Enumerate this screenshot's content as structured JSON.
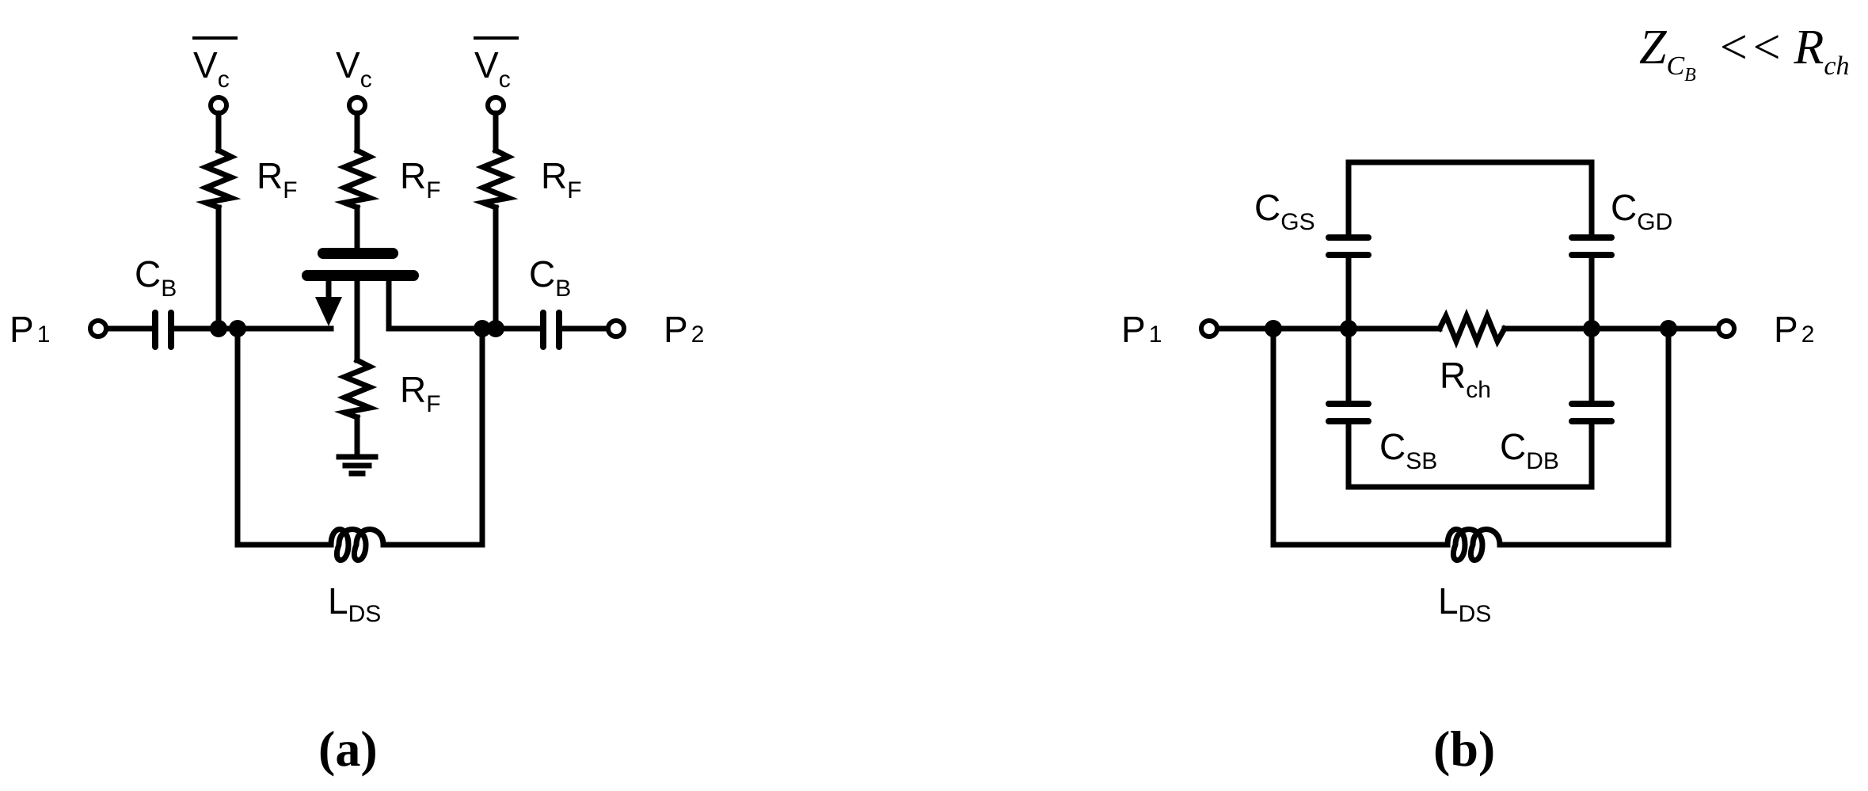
{
  "panel_a": {
    "caption": "(a)",
    "labels": {
      "vc_bar_left": "V",
      "vc_bar_left_sub": "c",
      "vc_center": "V",
      "vc_center_sub": "c",
      "vc_bar_right": "V",
      "vc_bar_right_sub": "c",
      "rf_left": "R",
      "rf_left_sub": "F",
      "rf_center": "R",
      "rf_center_sub": "F",
      "rf_right": "R",
      "rf_right_sub": "F",
      "rf_bottom": "R",
      "rf_bottom_sub": "F",
      "cb_left": "C",
      "cb_left_sub": "B",
      "cb_right": "C",
      "cb_right_sub": "B",
      "p1": "P",
      "p1_sub": "1",
      "p2": "P",
      "p2_sub": "2",
      "lds": "L",
      "lds_sub": "DS"
    }
  },
  "panel_b": {
    "caption": "(b)",
    "labels": {
      "cgs": "C",
      "cgs_sub": "GS",
      "cgd": "C",
      "cgd_sub": "GD",
      "csb": "C",
      "csb_sub": "SB",
      "cdb": "C",
      "cdb_sub": "DB",
      "rch": "R",
      "rch_sub": "ch",
      "p1": "P",
      "p1_sub": "1",
      "p2": "P",
      "p2_sub": "2",
      "lds": "L",
      "lds_sub": "DS"
    }
  },
  "condition": {
    "z": "Z",
    "z_sub": "C",
    "z_subsub": "B",
    "relation": "<<",
    "r": "R",
    "r_sub": "ch"
  }
}
